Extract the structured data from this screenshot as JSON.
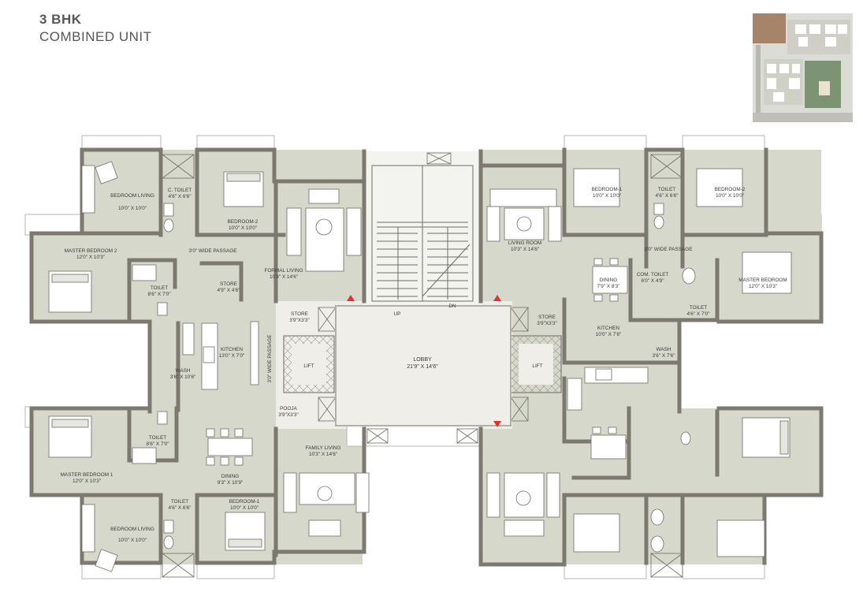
{
  "header": {
    "title": "3 BHK",
    "subtitle": "COMBINED UNIT"
  },
  "colors": {
    "floor": "#d7d8cc",
    "lobby": "#efeee8",
    "wall": "#7c7a70",
    "balcony": "#ffffff",
    "stair": "#f3f3ef",
    "marker": "#e8312f",
    "keyplan_green": "#7d9474",
    "keyplan_brown": "#a6846a"
  },
  "rooms": [
    {
      "name": "BEDROOM LIVING",
      "size": "10'0\" X 10'0\""
    },
    {
      "name": "C. TOILET",
      "size": "4'6\" X 6'6\""
    },
    {
      "name": "BEDROOM-2",
      "size": "10'0\" X 10'0\""
    },
    {
      "name": "MASTER BEDROOM 2",
      "size": "12'0\" X 10'3\""
    },
    {
      "name": "3'0\" WIDE PASSAGE",
      "size": ""
    },
    {
      "name": "FORMAL LIVING",
      "size": "10'3\" X 14'6\""
    },
    {
      "name": "TOILET",
      "size": "8'6\" X 7'0\""
    },
    {
      "name": "STORE",
      "size": "4'9\" X 4'6\""
    },
    {
      "name": "STORE",
      "size": "3'9\"X3'3\""
    },
    {
      "name": "KITCHEN",
      "size": "13'0\" X 7'0\""
    },
    {
      "name": "WASH",
      "size": "3'6\" X 10'6\""
    },
    {
      "name": "3'0\" WIDE PASSAGE",
      "size": ""
    },
    {
      "name": "LIFT",
      "size": ""
    },
    {
      "name": "POOJA",
      "size": "3'9\"X3'3\""
    },
    {
      "name": "LOBBY",
      "size": "21'9\" X 14'6\""
    },
    {
      "name": "MASTER BEDROOM 1",
      "size": "12'0\" X 10'3\""
    },
    {
      "name": "TOILET",
      "size": "8'6\" X 7'0\""
    },
    {
      "name": "DINING",
      "size": "9'3\" X 10'9\""
    },
    {
      "name": "FAMILY LIVING",
      "size": "10'3\" X 14'6\""
    },
    {
      "name": "TOILET",
      "size": "4'6\" X 6'6\""
    },
    {
      "name": "BEDROOM-1",
      "size": "10'0\" X 10'0\""
    },
    {
      "name": "BEDROOM LIVING",
      "size": "10'0\" X 10'0\""
    },
    {
      "name": "BEDROOM-1",
      "size": "10'0\" X 10'0\""
    },
    {
      "name": "TOILET",
      "size": "4'6\" X 6'6\""
    },
    {
      "name": "BEDROOM-2",
      "size": "10'0\" X 10'0\""
    },
    {
      "name": "LIVING ROOM",
      "size": "10'3\" X 14'6\""
    },
    {
      "name": "3'0\" WIDE PASSAGE",
      "size": ""
    },
    {
      "name": "DINING",
      "size": "7'9\" X 8'3\""
    },
    {
      "name": "COM. TOILET",
      "size": "6'0\" X 4'9\""
    },
    {
      "name": "MASTER BEDROOM",
      "size": "12'0\" X 10'3\""
    },
    {
      "name": "TOILET",
      "size": "4'6\" X 7'0\""
    },
    {
      "name": "STORE",
      "size": "3'9\"X3'3\""
    },
    {
      "name": "KITCHEN",
      "size": "10'0\" X 7'6\""
    },
    {
      "name": "WASH",
      "size": "3'6\" X 7'6\""
    },
    {
      "name": "LIFT",
      "size": ""
    }
  ],
  "stair": {
    "up": "UP",
    "down": "DN"
  }
}
